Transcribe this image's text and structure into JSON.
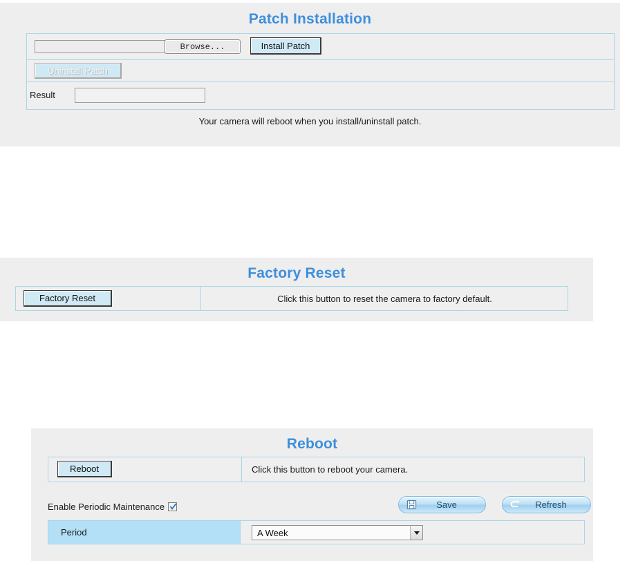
{
  "patch": {
    "title": "Patch Installation",
    "file_input_value": "",
    "browse_label": "Browse...",
    "install_label": "Install Patch",
    "uninstall_label": "Uninstall Patch",
    "uninstall_disabled": true,
    "result_label": "Result",
    "result_value": "",
    "note": "Your camera will reboot when you install/uninstall patch."
  },
  "factory_reset": {
    "title": "Factory Reset",
    "button_label": "Factory Reset",
    "description": "Click this button to reset the camera to factory default."
  },
  "reboot": {
    "title": "Reboot",
    "button_label": "Reboot",
    "description": "Click this button to reboot your camera.",
    "enable_periodic_label": "Enable Periodic Maintenance",
    "enable_periodic_checked": true,
    "save_label": "Save",
    "refresh_label": "Refresh",
    "period_label": "Period",
    "period_value": "A Week",
    "period_options": [
      "A Week"
    ]
  },
  "icons": {
    "save": "floppy-disk-icon",
    "refresh": "refresh-arrow-icon",
    "dropdown": "chevron-down-icon",
    "check": "checkmark-icon"
  },
  "colors": {
    "title_blue": "#3d8fdd",
    "panel_border": "#a9d6e8",
    "section_bg": "#eeeeee",
    "button_face": "#cfe9f5",
    "label_cell": "#b3e0f7"
  }
}
